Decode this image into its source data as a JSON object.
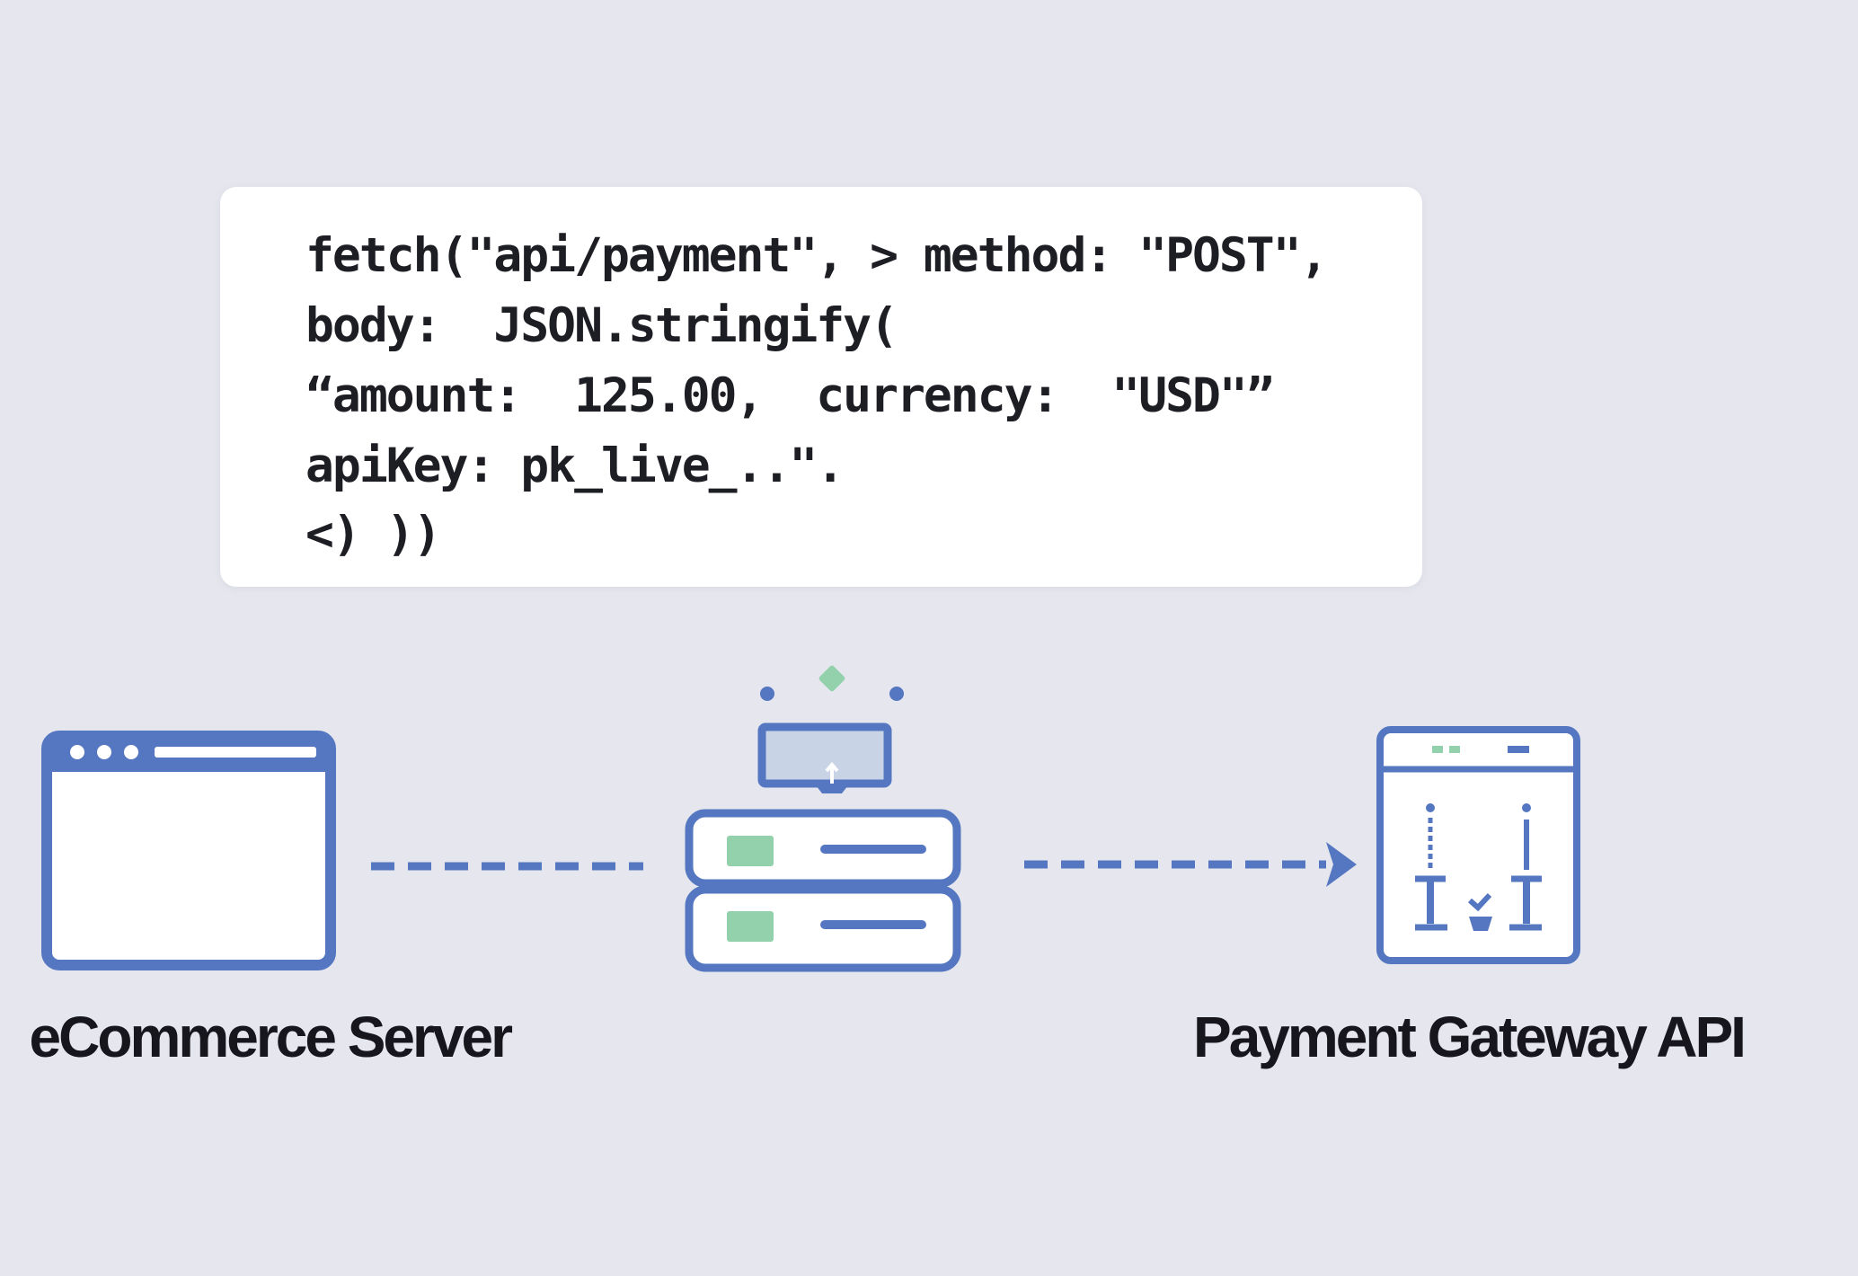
{
  "code_snippet": {
    "lines": [
      "fetch(\"api/payment\", > method: \"POST\",",
      "body:  JSON.stringify(",
      "“amount:  125.00,  currency:  \"USD\"”",
      "apiKey: pk_live_..\".",
      "<) ))"
    ]
  },
  "nodes": {
    "left": {
      "label": "eCommerce Server",
      "icon": "browser-window-icon"
    },
    "middle": {
      "icon": "server-stack-icon"
    },
    "right": {
      "label": "Payment Gateway API",
      "icon": "gateway-panel-icon"
    }
  },
  "colors": {
    "background": "#e6e7ee",
    "stroke_blue": "#5577c1",
    "accent_green": "#93d1ac",
    "panel_fill": "#c9d3e6",
    "text_dark": "#16161c"
  }
}
